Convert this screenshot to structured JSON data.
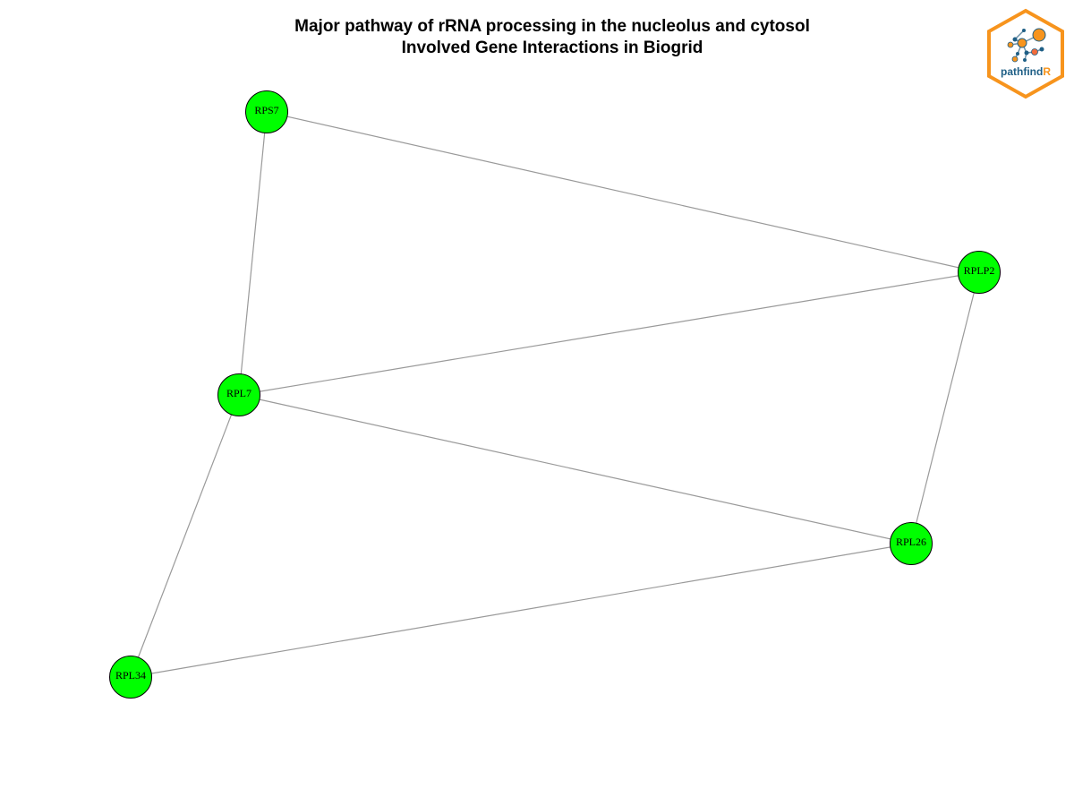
{
  "title": {
    "line1": "Major pathway of rRNA processing in the nucleolus and cytosol",
    "line2": "Involved Gene Interactions in Biogrid"
  },
  "logo": {
    "text_main": "pathfind",
    "text_accent": "R",
    "border_color": "#f7941d",
    "text_color": "#1f5f86",
    "accent_color": "#f7941d"
  },
  "network": {
    "node_color": "#00ff00",
    "edge_color": "#9a9a9a",
    "nodes": [
      {
        "id": "RPS7",
        "label": "RPS7"
      },
      {
        "id": "RPLP2",
        "label": "RPLP2"
      },
      {
        "id": "RPL7",
        "label": "RPL7"
      },
      {
        "id": "RPL26",
        "label": "RPL26"
      },
      {
        "id": "RPL34",
        "label": "RPL34"
      }
    ],
    "edges": [
      {
        "source": "RPS7",
        "target": "RPLP2"
      },
      {
        "source": "RPS7",
        "target": "RPL7"
      },
      {
        "source": "RPL7",
        "target": "RPLP2"
      },
      {
        "source": "RPL7",
        "target": "RPL26"
      },
      {
        "source": "RPL7",
        "target": "RPL34"
      },
      {
        "source": "RPLP2",
        "target": "RPL26"
      },
      {
        "source": "RPL26",
        "target": "RPL34"
      }
    ]
  }
}
